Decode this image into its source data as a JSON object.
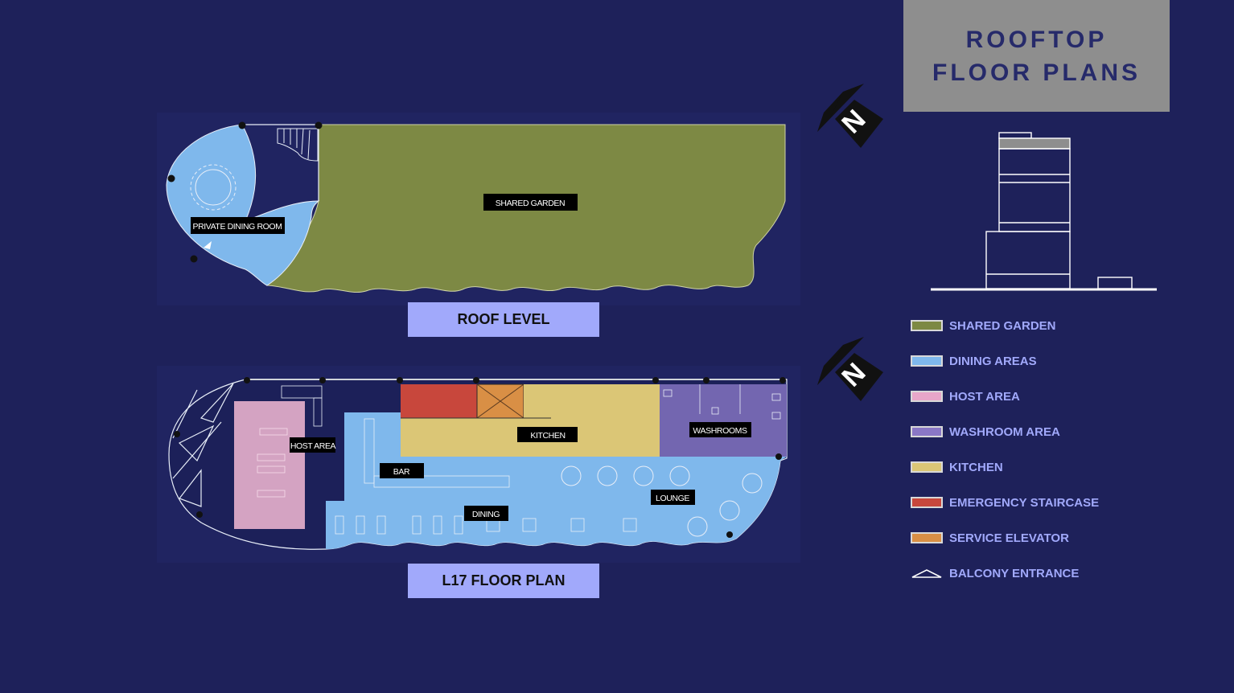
{
  "title": {
    "line1": "ROOFTOP",
    "line2": "FLOOR PLANS"
  },
  "roof_level": {
    "label": "ROOF LEVEL",
    "rooms": {
      "private_dining": "PRIVATE DINING ROOM",
      "shared_garden": "SHARED GARDEN"
    }
  },
  "l17": {
    "label": "L17 FLOOR PLAN",
    "rooms": {
      "host_area": "HOST AREA",
      "kitchen": "KITCHEN",
      "washrooms": "WASHROOMS",
      "bar": "BAR",
      "dining": "DINING",
      "lounge": "LOUNGE"
    }
  },
  "north_label": "N",
  "legend": [
    {
      "label": "SHARED GARDEN",
      "color": "#7d8944"
    },
    {
      "label": "DINING AREAS",
      "color": "#7fb8ec"
    },
    {
      "label": "HOST AREA",
      "color": "#e8a6c9"
    },
    {
      "label": "WASHROOM AREA",
      "color": "#8a77c6"
    },
    {
      "label": "KITCHEN",
      "color": "#dbc676"
    },
    {
      "label": "EMERGENCY STAIRCASE",
      "color": "#c8473c"
    },
    {
      "label": "SERVICE ELEVATOR",
      "color": "#d98f45"
    },
    {
      "label": "BALCONY ENTRANCE",
      "color": ""
    }
  ]
}
